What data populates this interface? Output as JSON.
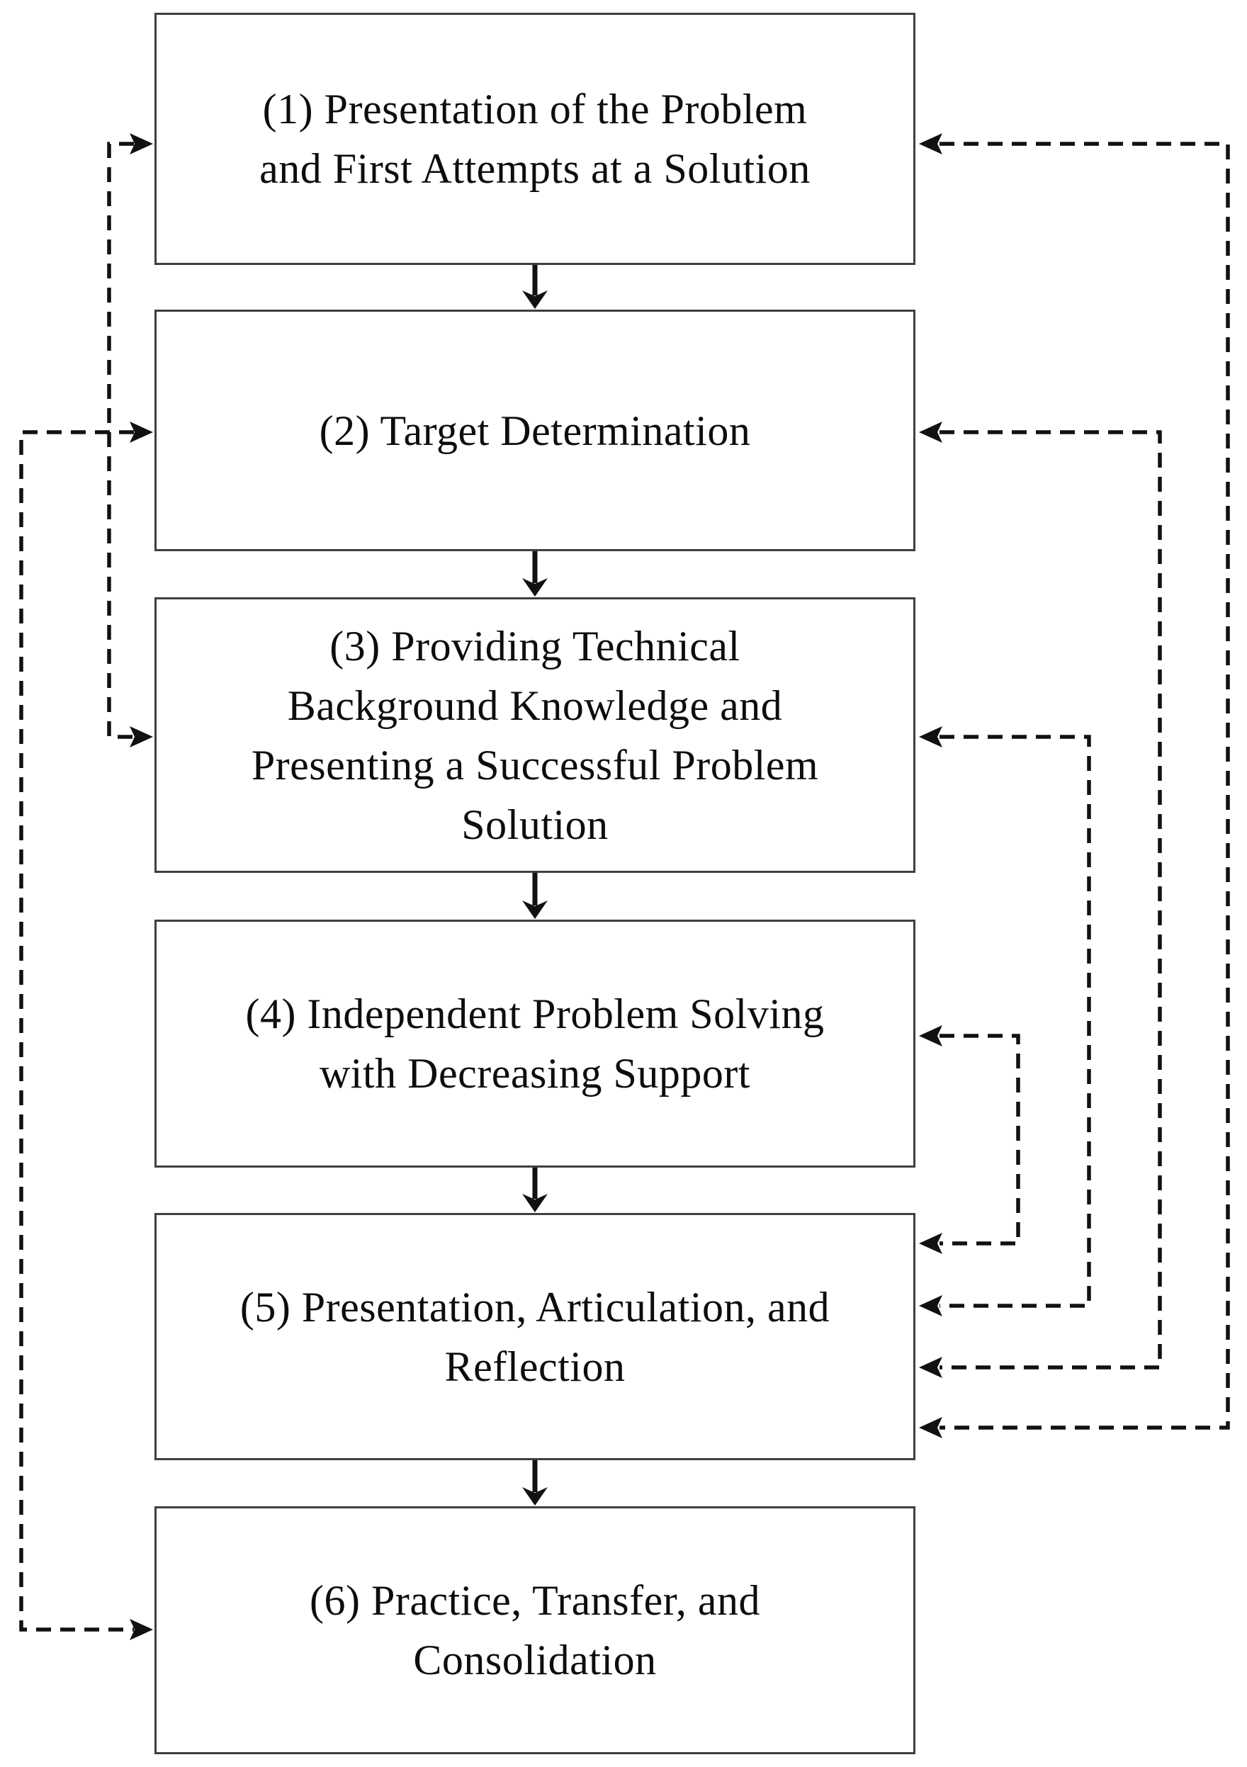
{
  "diagram": {
    "type": "flowchart",
    "background": "#ffffff",
    "box_border_color": "#3f3f3f",
    "connector_color": "#111111",
    "text_color": "#0d0d0d",
    "stages": [
      {
        "number": "1",
        "lines": [
          "(1) Presentation of the Problem",
          "and First Attempts at a Solution"
        ]
      },
      {
        "number": "2",
        "lines": [
          "(2) Target Determination"
        ]
      },
      {
        "number": "3",
        "lines": [
          "(3) Providing Technical",
          "Background Knowledge and",
          "Presenting a Successful Problem",
          "Solution"
        ]
      },
      {
        "number": "4",
        "lines": [
          "(4) Independent Problem Solving",
          "with Decreasing Support"
        ]
      },
      {
        "number": "5",
        "lines": [
          "(5) Presentation, Articulation, and",
          "Reflection"
        ]
      },
      {
        "number": "6",
        "lines": [
          "(6) Practice, Transfer, and",
          "Consolidation"
        ]
      }
    ],
    "solid_flow": [
      {
        "from": "1",
        "to": "2"
      },
      {
        "from": "2",
        "to": "3"
      },
      {
        "from": "3",
        "to": "4"
      },
      {
        "from": "4",
        "to": "5"
      },
      {
        "from": "5",
        "to": "6"
      }
    ],
    "dashed_feedback": [
      {
        "between": [
          "5",
          "1"
        ],
        "side": "right"
      },
      {
        "between": [
          "5",
          "2"
        ],
        "side": "right"
      },
      {
        "between": [
          "5",
          "3"
        ],
        "side": "right"
      },
      {
        "between": [
          "5",
          "4"
        ],
        "side": "right"
      },
      {
        "between": [
          "1",
          "3"
        ],
        "side": "left"
      },
      {
        "between": [
          "2",
          "6"
        ],
        "side": "left"
      }
    ]
  }
}
